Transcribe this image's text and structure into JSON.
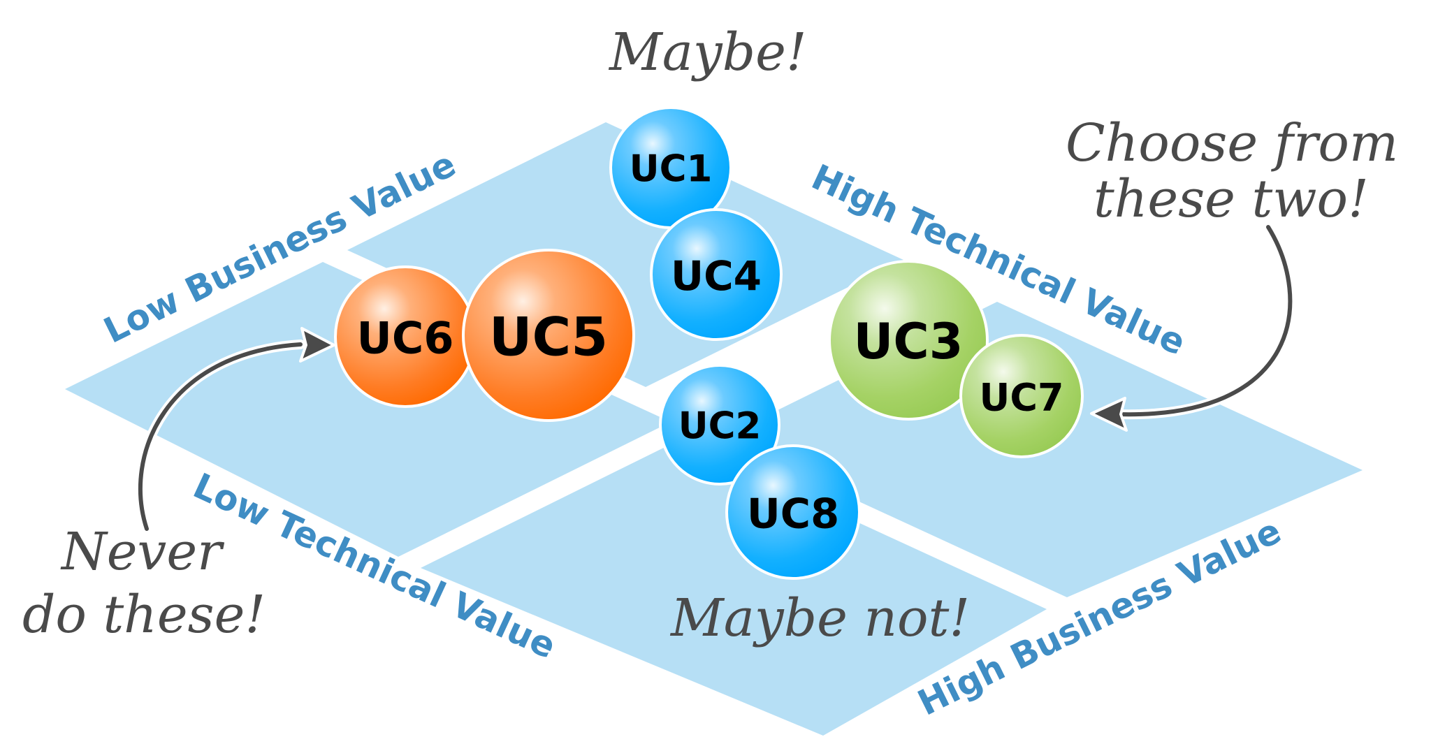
{
  "title": "Use case prioritization matrix",
  "axes": {
    "low_business": "Low Business Value",
    "high_business": "High Business Value",
    "low_technical": "Low Technical Value",
    "high_technical": "High Technical Value"
  },
  "annotations": {
    "maybe": "Maybe!",
    "maybe_not": "Maybe not!",
    "never_line1": "Never",
    "never_line2": "do these!",
    "choose_line1": "Choose from",
    "choose_line2": "these two!"
  },
  "colors": {
    "plane": "#b6dff5",
    "axis_text": "#3f8dc4",
    "hand_text": "#4a4a4a",
    "blue": "#00aaff",
    "orange": "#ff6a00",
    "green": "#9ccc5a"
  },
  "use_cases": [
    {
      "id": "UC1",
      "label": "UC1",
      "color": "blue",
      "quadrant": "low-business-high-technical"
    },
    {
      "id": "UC2",
      "label": "UC2",
      "color": "blue",
      "quadrant": "center"
    },
    {
      "id": "UC3",
      "label": "UC3",
      "color": "green",
      "quadrant": "high-business-high-technical"
    },
    {
      "id": "UC4",
      "label": "UC4",
      "color": "blue",
      "quadrant": "low-business-high-technical"
    },
    {
      "id": "UC5",
      "label": "UC5",
      "color": "orange",
      "quadrant": "low-business-low-technical"
    },
    {
      "id": "UC6",
      "label": "UC6",
      "color": "orange",
      "quadrant": "low-business-low-technical"
    },
    {
      "id": "UC7",
      "label": "UC7",
      "color": "green",
      "quadrant": "high-business-high-technical"
    },
    {
      "id": "UC8",
      "label": "UC8",
      "color": "blue",
      "quadrant": "high-business-low-technical"
    }
  ]
}
